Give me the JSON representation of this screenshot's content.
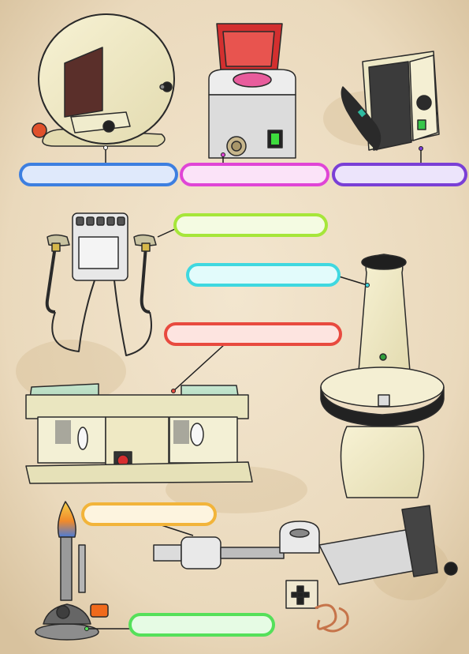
{
  "palette": {
    "paper": "#eedfc6",
    "paper_dark": "#d9c4a1",
    "cream": "#f2ecc4",
    "outline": "#2a2a2a",
    "red": "#d62e2e",
    "green_led": "#33c24a"
  },
  "labels": [
    {
      "id": "casting-machine",
      "text": "",
      "color": "#3d7fe0",
      "fill": "#dfe9fb"
    },
    {
      "id": "ultrasonic-cleaner",
      "text": "",
      "color": "#e045d6",
      "fill": "#fbe3f8"
    },
    {
      "id": "micromotor",
      "text": "",
      "color": "#7a3fd6",
      "fill": "#ece4fb"
    },
    {
      "id": "electric-waxer",
      "text": "",
      "color": "#a6e63a",
      "fill": "#f4fbe2"
    },
    {
      "id": "vibrator",
      "text": "",
      "color": "#3fd8e0",
      "fill": "#e2fbfb"
    },
    {
      "id": "polishing-lathe",
      "text": "",
      "color": "#e84a3f",
      "fill": "#fde4e0"
    },
    {
      "id": "spring-press",
      "text": "",
      "color": "#f2b43a",
      "fill": "#fdf4df"
    },
    {
      "id": "bunsen-burner",
      "text": "",
      "color": "#55e05a",
      "fill": "#e6fbe4"
    }
  ],
  "icons": [
    "casting-machine-icon",
    "ultrasonic-cleaner-icon",
    "micromotor-icon",
    "electric-waxer-icon",
    "vibrator-table-icon",
    "polishing-lathe-icon",
    "bunsen-burner-icon",
    "spring-press-icon"
  ]
}
